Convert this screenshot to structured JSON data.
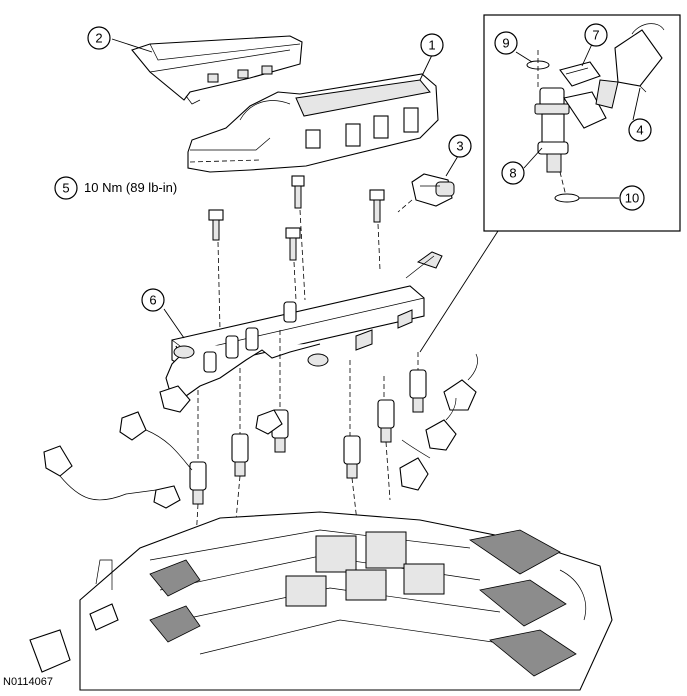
{
  "figure_id": "N0114067",
  "torque_spec": "10 Nm (89 lb-in)",
  "callouts": [
    "1",
    "2",
    "3",
    "4",
    "5",
    "6",
    "7",
    "8",
    "9",
    "10"
  ]
}
